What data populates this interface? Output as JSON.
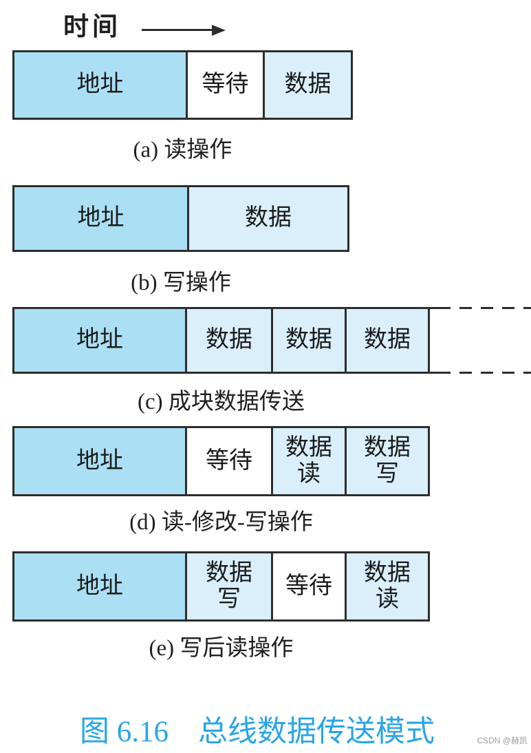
{
  "header": {
    "time_label": "时间",
    "arrow_icon": "right-arrow-icon"
  },
  "rows": [
    {
      "id": "a",
      "caption": "(a) 读操作",
      "cells": [
        {
          "name": "cell-address",
          "label": "地址",
          "type": "address"
        },
        {
          "name": "cell-wait",
          "label": "等待",
          "type": "wait"
        },
        {
          "name": "cell-data",
          "label": "数据",
          "type": "data"
        }
      ]
    },
    {
      "id": "b",
      "caption": "(b) 写操作",
      "cells": [
        {
          "name": "cell-address",
          "label": "地址",
          "type": "address"
        },
        {
          "name": "cell-data",
          "label": "数据",
          "type": "data"
        }
      ]
    },
    {
      "id": "c",
      "caption": "(c) 成块数据传送",
      "continues": true,
      "cells": [
        {
          "name": "cell-address",
          "label": "地址",
          "type": "address"
        },
        {
          "name": "cell-data-1",
          "label": "数据",
          "type": "data"
        },
        {
          "name": "cell-data-2",
          "label": "数据",
          "type": "data"
        },
        {
          "name": "cell-data-3",
          "label": "数据",
          "type": "data"
        }
      ]
    },
    {
      "id": "d",
      "caption": "(d) 读-修改-写操作",
      "cells": [
        {
          "name": "cell-address",
          "label": "地址",
          "type": "address"
        },
        {
          "name": "cell-wait",
          "label": "等待",
          "type": "wait"
        },
        {
          "name": "cell-data-read",
          "label": "数据\n读",
          "type": "data"
        },
        {
          "name": "cell-data-write",
          "label": "数据\n写",
          "type": "data"
        }
      ]
    },
    {
      "id": "e",
      "caption": "(e) 写后读操作",
      "cells": [
        {
          "name": "cell-address",
          "label": "地址",
          "type": "address"
        },
        {
          "name": "cell-data-write",
          "label": "数据\n写",
          "type": "data"
        },
        {
          "name": "cell-wait",
          "label": "等待",
          "type": "wait"
        },
        {
          "name": "cell-data-read",
          "label": "数据\n读",
          "type": "data"
        }
      ]
    }
  ],
  "figure_caption": {
    "text": "图 6.16　总线数据传送模式"
  },
  "watermark": {
    "text": "CSDN @赫凯"
  },
  "colors": {
    "address_fill": "#abdff3",
    "data_fill": "#daeffa",
    "wait_fill": "#ffffff",
    "border": "#2d2d2d",
    "title_blue": "#29a5e9",
    "watermark_gray": "#9e9e9e"
  }
}
